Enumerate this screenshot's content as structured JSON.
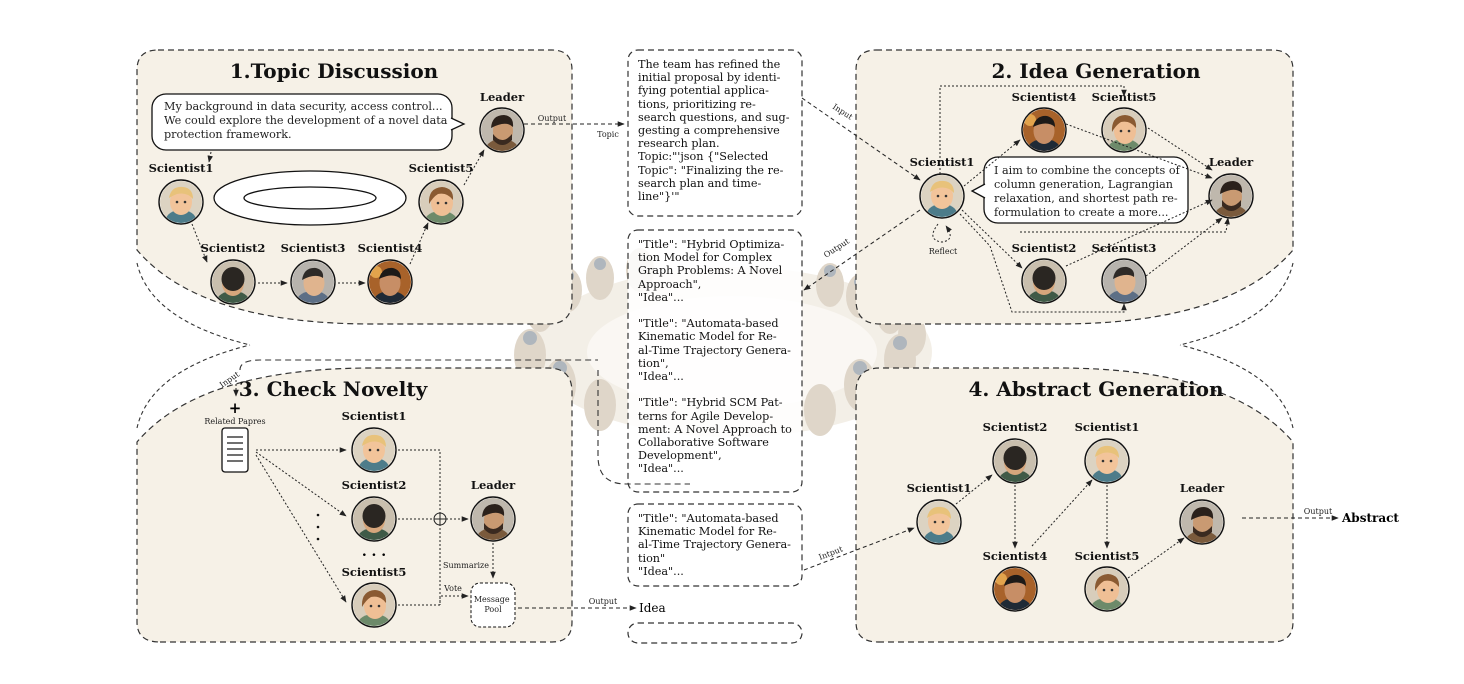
{
  "panels": {
    "topic": {
      "title": "1.Topic Discussion",
      "speech": "My background in data security, access control...\nWe could explore the development of a novel data\nprotection framework.",
      "nodes": [
        "Leader",
        "Scientist1",
        "Scientist2",
        "Scientist3",
        "Scientist4",
        "Scientist5"
      ],
      "output_label": "Output",
      "topic_label": "Topic"
    },
    "idea": {
      "title": "2. Idea Generation",
      "speech": "I aim to combine the concepts of\ncolumn generation, Lagrangian\nrelaxation, and shortest path re-\nformulation to create a more...",
      "nodes": [
        "Scientist4",
        "Scientist5",
        "Scientist1",
        "Leader",
        "Scientist2",
        "Scientist3"
      ],
      "input_label": "Input",
      "reflect_label": "Reflect",
      "output_label": "Output"
    },
    "novelty": {
      "title": "3. Check Novelty",
      "input_label": "Input",
      "plus": "+",
      "papers_label": "Related Papres",
      "nodes": [
        "Scientist1",
        "Scientist2",
        "Scientist5",
        "Leader"
      ],
      "ellipsis_h": ". . .",
      "summarize_label": "Summarize",
      "vote_label": "Vote",
      "pool_label": "Message\nPool",
      "output_label": "Output",
      "idea_label": "Idea"
    },
    "abstract": {
      "title": "4. Abstract Generation",
      "nodes": [
        "Scientist2",
        "Scientist1",
        "Scientist1",
        "Leader",
        "Scientist4",
        "Scientist5"
      ],
      "input_label": "Intput",
      "output_label": "Output",
      "abstract_label": "Abstract"
    }
  },
  "center": {
    "topic_text": "The team has refined the\ninitial proposal by identi-\nfying potential applica-\ntions, prioritizing re-\nsearch questions, and sug-\ngesting a comprehensive\nresearch plan.\nTopic:\"'json {\"Selected\nTopic\": \"Finalizing the re-\nsearch plan and time-\nline\"}'\"",
    "ideas_text": "\"Title\": \"Hybrid Optimiza-\ntion Model for Complex\nGraph Problems: A Novel\nApproach\",\n            \"Idea\"...\n\n\"Title\": \"Automata-based\nKinematic Model for Re-\nal-Time Trajectory Genera-\ntion\",\n            \"Idea\"...\n\n\"Title\": \"Hybrid SCM Pat-\nterns for Agile Develop-\nment: A Novel Approach to\nCollaborative Software\nDevelopment\",\n            \"Idea\"...",
    "selected_text": "\"Title\": \"Automata-based\nKinematic Model for Re-\nal-Time Trajectory Genera-\ntion\"\n            \"Idea\"..."
  },
  "colors": {
    "panel_fill": "#f6f1e7",
    "dash": "#333333",
    "skin": "#f2c49a",
    "hair_blond": "#e8c27a",
    "hair_dark": "#2a2622",
    "hair_brown": "#8a5a32"
  }
}
